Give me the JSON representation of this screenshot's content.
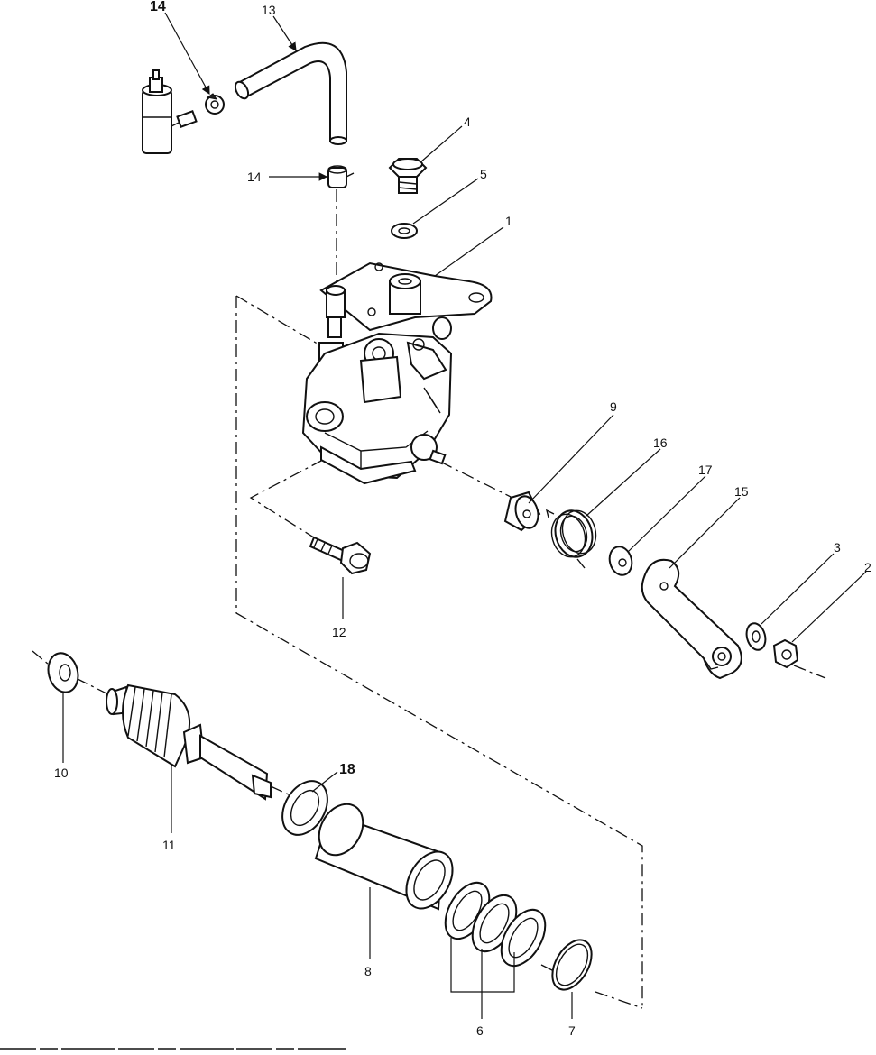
{
  "diagram": {
    "callouts": {
      "p1": "1",
      "p2": "2",
      "p3": "3",
      "p4": "4",
      "p5": "5",
      "p6": "6",
      "p7": "7",
      "p8": "8",
      "p9": "9",
      "p10": "10",
      "p11": "11",
      "p12": "12",
      "p13": "13",
      "p14_top": "14",
      "p14_mid": "14",
      "p15": "15",
      "p16": "16",
      "p17": "17",
      "p18": "18"
    }
  }
}
